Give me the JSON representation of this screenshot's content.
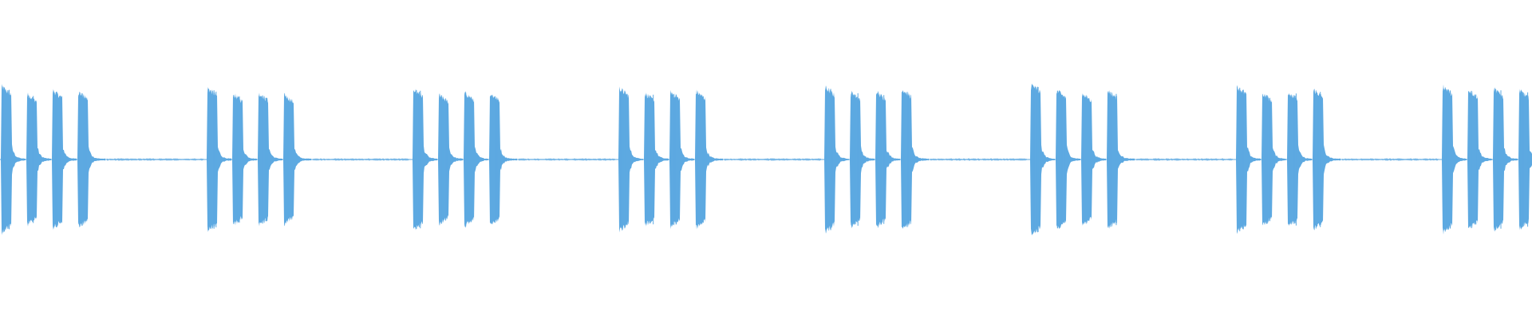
{
  "waveform": {
    "color": "#5DA9E1",
    "background": "#FFFFFF",
    "pattern": {
      "groups": 8,
      "hits_per_group": 4,
      "hit_peaks": [
        0.95,
        0.85,
        0.9,
        0.88
      ],
      "baseline_amplitude": 0.005
    },
    "group_peaks": [
      [
        0.95,
        0.85,
        0.9,
        0.88
      ],
      [
        0.93,
        0.85,
        0.86,
        0.84
      ],
      [
        0.92,
        0.84,
        0.87,
        0.86
      ],
      [
        0.93,
        0.86,
        0.88,
        0.89
      ],
      [
        0.94,
        0.88,
        0.88,
        0.92
      ],
      [
        0.98,
        0.9,
        0.86,
        0.9
      ],
      [
        0.95,
        0.86,
        0.88,
        0.91
      ],
      [
        0.96,
        0.91,
        0.92,
        0.9
      ]
    ]
  }
}
